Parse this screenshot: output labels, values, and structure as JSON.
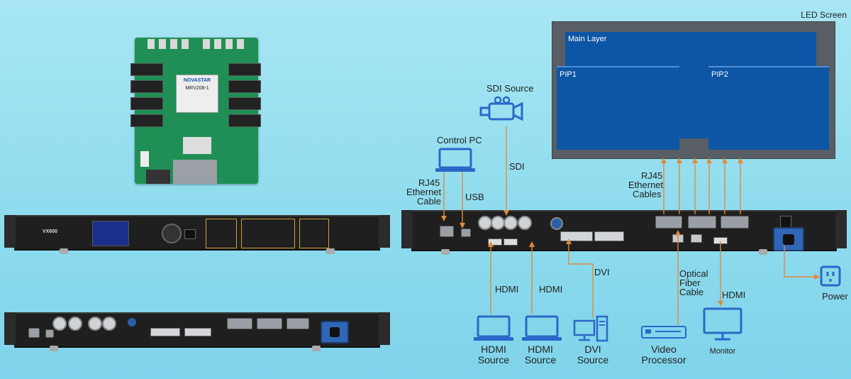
{
  "led_screen": {
    "title": "LED Screen",
    "main_layer": "Main Layer",
    "pip1": "PIP1",
    "pip2": "PIP2"
  },
  "pcb": {
    "brand": "NOVASTAR",
    "model": "MRV208-1"
  },
  "front_panel": {
    "brand": "VX600"
  },
  "labels": {
    "sdi_source": "SDI Source",
    "sdi": "SDI",
    "control_pc": "Control PC",
    "rj45_cable": [
      "RJ45",
      "Ethernet",
      "Cable"
    ],
    "usb": "USB",
    "rj45_cables": [
      "RJ45",
      "Ethernet",
      "Cables"
    ],
    "hdmi": "HDMI",
    "dvi": "DVI",
    "optical": [
      "Optical",
      "Fiber",
      "Cable"
    ],
    "hdmi_monitor": "HDMI",
    "power": "Power",
    "hdmi_source_1": [
      "HDMI",
      "Source"
    ],
    "hdmi_source_2": [
      "HDMI",
      "Source"
    ],
    "dvi_source": [
      "DVI",
      "Source"
    ],
    "video_processor": [
      "Video",
      "Processor"
    ],
    "monitor": "Monitor"
  },
  "icons": [
    "video-camera-icon",
    "laptop-icon",
    "desktop-pc-icon",
    "video-processor-icon",
    "monitor-icon",
    "power-outlet-icon"
  ],
  "colors": {
    "cable": "#e08a3c",
    "led_blue": "#0d55a5",
    "screen_frame": "#585e63",
    "background": "#8fdcee"
  }
}
